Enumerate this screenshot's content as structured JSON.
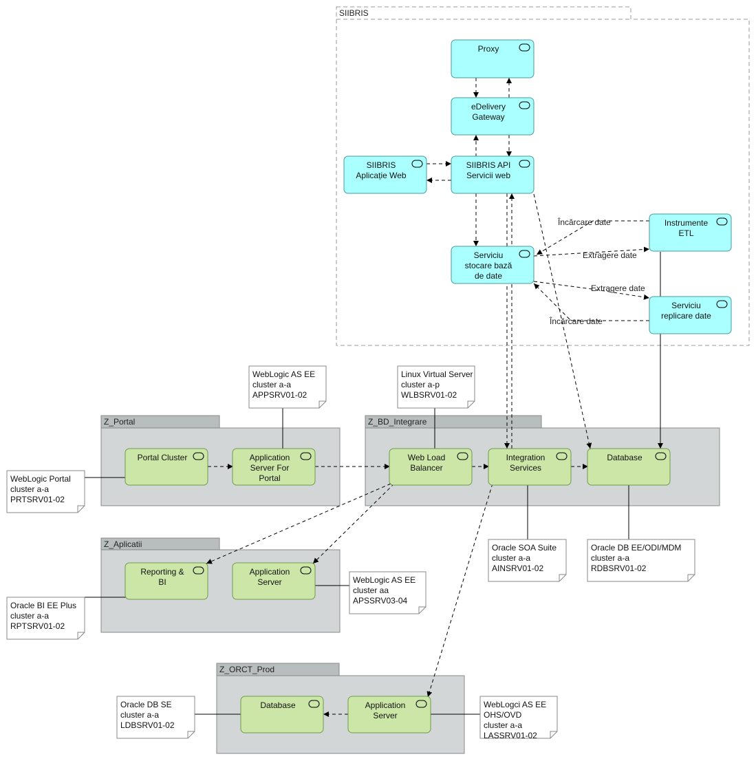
{
  "groups": {
    "siibris": "SIIBRIS",
    "portal": "Z_Portal",
    "bd_integrare": "Z_BD_Integrare",
    "aplicatii": "Z_Aplicatii",
    "orct": "Z_ORCT_Prod"
  },
  "nodes": {
    "proxy": [
      "Proxy"
    ],
    "edelivery": [
      "eDelivery",
      "Gateway"
    ],
    "siibris_web": [
      "SIIBRIS",
      "Aplicație Web"
    ],
    "siibris_api": [
      "SIIBRIS API",
      "Servicii web"
    ],
    "instrumente_etl": [
      "Instrumente",
      "ETL"
    ],
    "serviciu_stocare": [
      "Serviciu",
      "stocare bază",
      "de date"
    ],
    "serviciu_replicare": [
      "Serviciu",
      "replicare date"
    ],
    "portal_cluster": [
      "Portal Cluster"
    ],
    "app_server_portal": [
      "Application",
      "Server For",
      "Portal"
    ],
    "web_lb": [
      "Web Load",
      "Balancer"
    ],
    "integration": [
      "Integration",
      "Services"
    ],
    "database_bd": [
      "Database"
    ],
    "reporting": [
      "Reporting &",
      "BI"
    ],
    "app_server_apl": [
      "Application",
      "Server"
    ],
    "database_orct": [
      "Database"
    ],
    "app_server_orct": [
      "Application",
      "Server"
    ]
  },
  "notes": {
    "weblogic_as_portal": [
      "WebLogic AS EE",
      "cluster a-a",
      "APPSRV01-02"
    ],
    "linux_vs": [
      "Linux Virtual Server",
      "cluster a-p",
      "WLBSRV01-02"
    ],
    "weblogic_portal": [
      "WebLogic Portal",
      "cluster a-a",
      "PRTSRV01-02"
    ],
    "oracle_soa": [
      "Oracle SOA Suite",
      "cluster a-a",
      "AINSRV01-02"
    ],
    "oracle_db_ee": [
      "Oracle DB EE/ODI/MDM",
      "cluster a-a",
      "RDBSRV01-02"
    ],
    "weblogic_as_apl": [
      "WebLogic AS EE",
      "cluster aa",
      "APSSRV03-04"
    ],
    "oracle_bi": [
      "Oracle BI EE Plus",
      "cluster a-a",
      "RPTSRV01-02"
    ],
    "oracle_db_se": [
      "Oracle DB SE",
      "cluster a-a",
      "LDBSRV01-02"
    ],
    "weblogic_orct": [
      "WebLogci AS EE",
      "OHS/OVD",
      "cluster a-a",
      "LASSRV01-02"
    ]
  },
  "edge_labels": {
    "incarcare_1": "Încărcare date",
    "extragere_1": "Extragere date",
    "extragere_2": "Extragere date",
    "incarcare_2": "Încărcare date"
  },
  "colors": {
    "service_fill": "#aaffff",
    "node_fill": "#cce6a8",
    "group_fill": "#d2d6d6",
    "group_tab": "#b8bdbd"
  }
}
